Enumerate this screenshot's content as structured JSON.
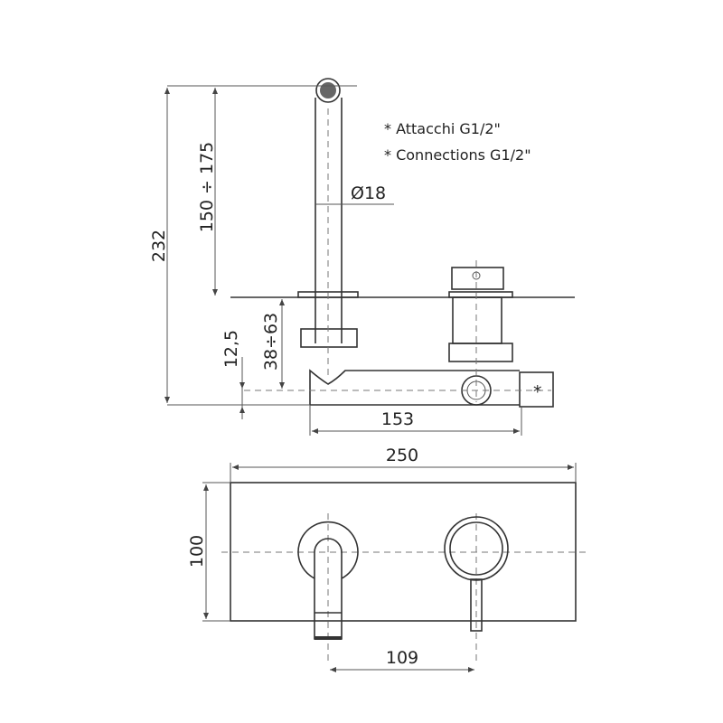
{
  "notes": [
    "* Attacchi G1/2\"",
    "* Connections G1/2\""
  ],
  "dimensions": {
    "total_height": "232",
    "spout_height": "150 ÷ 175",
    "spout_diameter": "Ø18",
    "offset": "12,5",
    "wall_depth": "38÷63",
    "body_width": "153",
    "connection_mark": "*",
    "plate_width": "250",
    "plate_height": "100",
    "centre_distance": "109"
  }
}
